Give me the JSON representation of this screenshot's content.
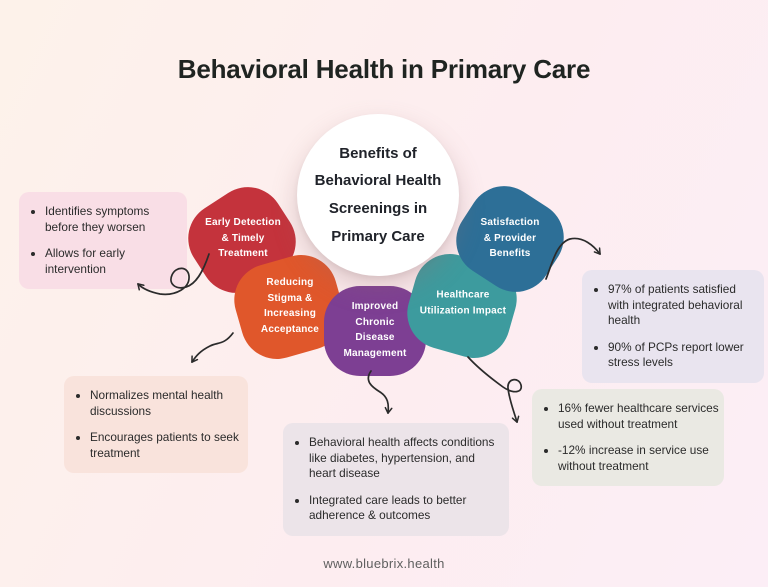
{
  "page": {
    "title": "Behavioral Health in Primary Care",
    "footer_url": "www.bluebrix.health"
  },
  "center_circle": {
    "lines": [
      "Benefits of",
      "Behavioral Health",
      "Screenings in",
      "Primary Care"
    ]
  },
  "petals": [
    {
      "label": "Early Detection & Timely Treatment"
    },
    {
      "label": "Reducing Stigma & Increasing Acceptance"
    },
    {
      "label": "Improved Chronic Disease Management"
    },
    {
      "label": "Healthcare Utilization Impact"
    },
    {
      "label": "Satisfaction & Provider Benefits"
    }
  ],
  "callouts": {
    "top_left": {
      "items": [
        "Identifies symptoms before they worsen",
        "Allows for early intervention"
      ]
    },
    "bottom_left": {
      "items": [
        "Normalizes mental health discussions",
        "Encourages patients to seek treatment"
      ]
    },
    "bottom_center": {
      "items": [
        "Behavioral health affects conditions like diabetes, hypertension, and heart disease",
        "Integrated care leads to better adherence & outcomes"
      ]
    },
    "bottom_right": {
      "items": [
        "16% fewer healthcare services used without treatment",
        "-12% increase in service use without treatment"
      ]
    },
    "top_right": {
      "items": [
        "97% of patients satisfied with integrated behavioral health",
        "90% of PCPs report lower stress levels"
      ]
    }
  },
  "colors": {
    "title_text": "#1f2421",
    "body_text": "#2b2b2b",
    "arrow": "#2b2b2b",
    "footer_text": "#5f5f5f",
    "circle_bg": "#ffffff",
    "petal_red": "#c4333c",
    "petal_orange": "#e0572b",
    "petal_purple": "#7d3f93",
    "petal_teal": "#3d9b9e",
    "petal_blue": "#2d6f97",
    "box_pink": "#f9dee6",
    "box_peach": "#f9e3dc",
    "box_mauve": "#ece4e9",
    "box_gray": "#eae9e3",
    "box_lavender": "#e9e4ef",
    "bg_left": "#fdf2ea",
    "bg_mid": "#fdedf0",
    "bg_right": "#fceef6"
  }
}
